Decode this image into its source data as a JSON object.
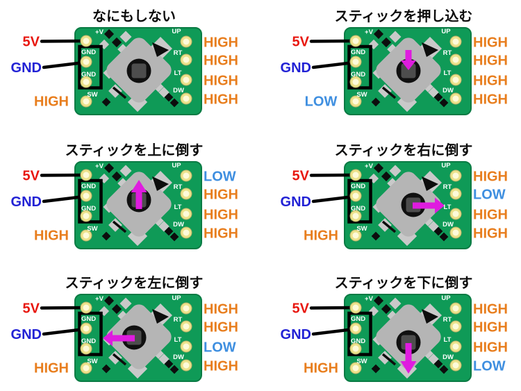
{
  "colors": {
    "red": "#e8170f",
    "blue": "#2222d5",
    "orange": "#e87e1e",
    "lowblue": "#3f8fe0",
    "pcb": "#0f9a57",
    "pcbedge": "#0a7b44",
    "padring": "#ece28a",
    "padedge": "#b7b06a",
    "padhole": "#fdfad9",
    "body": "#b5b5b5",
    "tab": "#c9c9c9",
    "arrow": "#df1cdf"
  },
  "labels": {
    "power": "5V",
    "ground": "GND"
  },
  "pins": {
    "left": [
      "+V",
      "GND",
      "GND",
      "SW"
    ],
    "right": [
      "UP",
      "RT",
      "LT",
      "DW"
    ]
  },
  "panels": [
    {
      "title": "なにもしない",
      "arrow": "none",
      "sw_value": "HIGH",
      "right_values": [
        "HIGH",
        "HIGH",
        "HIGH",
        "HIGH"
      ]
    },
    {
      "title": "スティックを押し込む",
      "arrow": "push",
      "sw_value": "LOW",
      "right_values": [
        "HIGH",
        "HIGH",
        "HIGH",
        "HIGH"
      ]
    },
    {
      "title": "スティックを上に倒す",
      "arrow": "up",
      "sw_value": "HIGH",
      "right_values": [
        "LOW",
        "HIGH",
        "HIGH",
        "HIGH"
      ]
    },
    {
      "title": "スティックを右に倒す",
      "arrow": "right",
      "sw_value": "HIGH",
      "right_values": [
        "HIGH",
        "LOW",
        "HIGH",
        "HIGH"
      ]
    },
    {
      "title": "スティックを左に倒す",
      "arrow": "left",
      "sw_value": "HIGH",
      "right_values": [
        "HIGH",
        "HIGH",
        "LOW",
        "HIGH"
      ]
    },
    {
      "title": "スティックを下に倒す",
      "arrow": "down",
      "sw_value": "HIGH",
      "right_values": [
        "HIGH",
        "HIGH",
        "HIGH",
        "LOW"
      ]
    }
  ]
}
